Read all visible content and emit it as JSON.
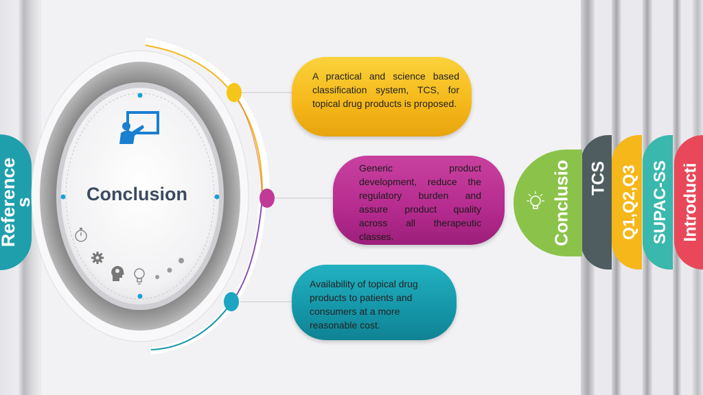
{
  "left_tab": {
    "label": "Reference\ns",
    "color": "#1f9fab"
  },
  "center": {
    "title": "Conclusion"
  },
  "points": [
    {
      "text": "A practical and science based classification system, TCS, for topical drug products is proposed.",
      "color": "#f5b719"
    },
    {
      "text": "Generic product development, reduce the regulatory burden and assure product quality across all therapeutic classes.",
      "color": "#b52b8f"
    },
    {
      "text": "Availability of topical drug products to patients and consumers at a more reasonable cost.",
      "color": "#1596a8"
    }
  ],
  "right_tabs": [
    {
      "label": "Conclusio",
      "color": "#8bc34a"
    },
    {
      "label": "TCS",
      "color": "#4f5d60"
    },
    {
      "label": "Q1,Q2,Q3",
      "color": "#f5b719"
    },
    {
      "label": "SUPAC-SS",
      "color": "#3ab8ad"
    },
    {
      "label": "Introducti",
      "color": "#e8485a"
    }
  ],
  "icons": [
    "presentation-icon",
    "stopwatch-icon",
    "gear-icon",
    "head-gears-icon",
    "lightbulb-icon"
  ]
}
